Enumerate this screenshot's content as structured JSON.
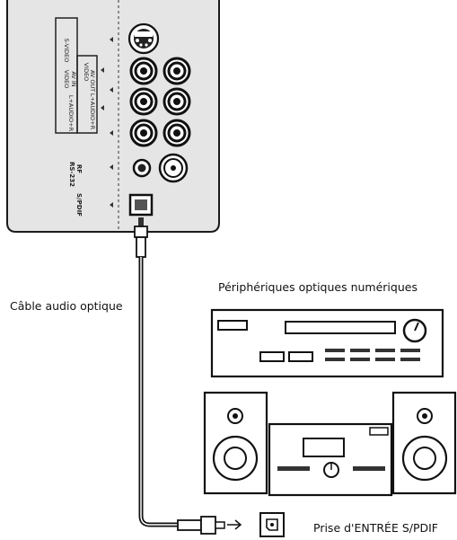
{
  "captions": {
    "digital_devices": "Périphériques optiques numériques",
    "optical_cable": "Câble audio optique",
    "spdif_input_jack": "Prise d'ENTRÉE S/PDIF"
  },
  "panel_labels": {
    "s_video": "S-VIDEO",
    "video": "VIDEO",
    "av_in": "AV IN",
    "video_out": "VIDEO",
    "av_out": "AV OUT",
    "l_audio_r_top": "L+AUDIO+R",
    "l_audio_r_bottom": "L+AUDIO+R",
    "rf": "RF",
    "rs232": "RS-232",
    "spdif": "S/PDIF"
  },
  "icons": {
    "s_video_port": "s-video-port-icon",
    "rca_port": "rca-jack-icon",
    "rf_port": "coax-rf-port-icon",
    "rs232_port": "rs232-jack-icon",
    "optical_port": "optical-toslink-port-icon",
    "connector": "optical-plug-icon",
    "receiver": "av-receiver-icon",
    "speaker": "speaker-icon",
    "stereo": "stereo-system-icon"
  }
}
